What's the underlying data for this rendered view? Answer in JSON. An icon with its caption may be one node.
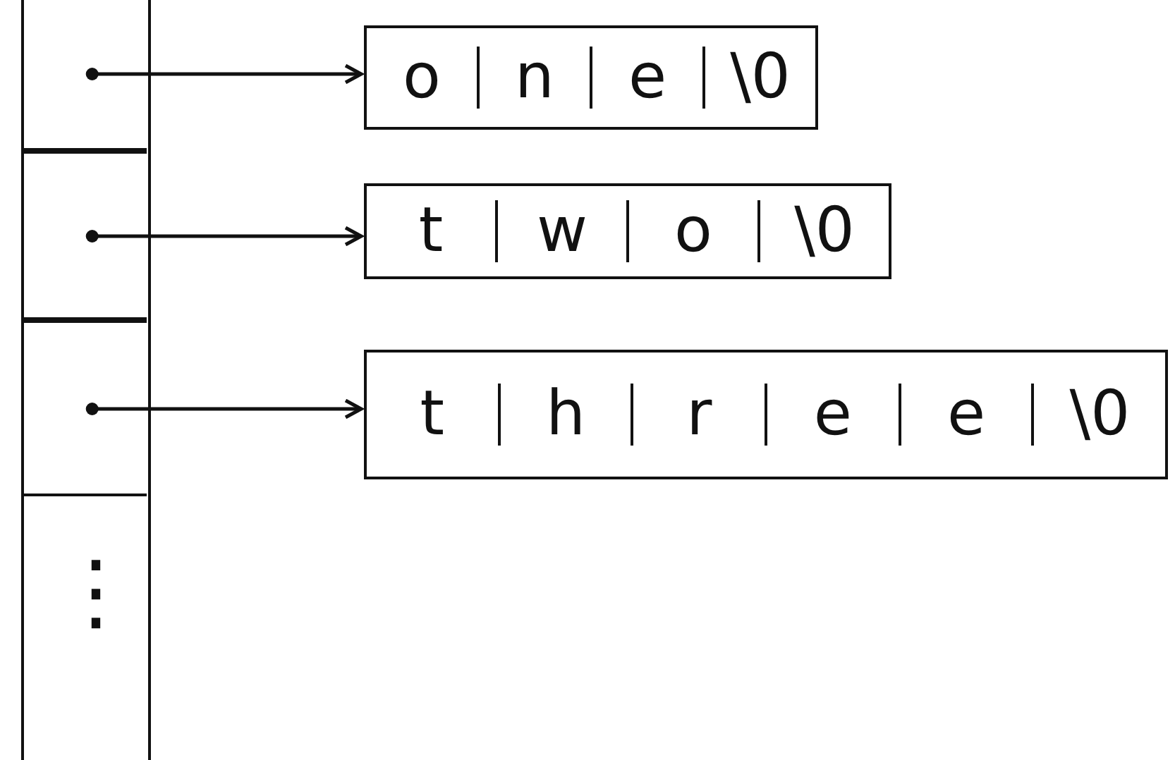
{
  "diagram": {
    "nodes": [
      {
        "text": [],
        "shape": "box"
      },
      {
        "text": [],
        "shape": "box",
        "in": 0
      },
      {
        "text": [],
        "shape": "box",
        "in": 0
      },
      {
        "text": [],
        "shape": "box",
        "in": 0
      },
      {
        "text": [
          "o",
          "n",
          "e",
          "\\0"
        ]
      },
      {
        "text": [
          "t",
          "w",
          "o",
          "\\0"
        ]
      },
      {
        "text": [
          "t",
          "h",
          "r",
          "e",
          "e",
          "\\0"
        ]
      }
    ],
    "edges": [
      {
        "from": 1,
        "to": 4,
        "arrow": "to"
      },
      {
        "from": 2,
        "to": 5,
        "arrow": "to"
      },
      {
        "from": 3,
        "to": 6,
        "arrow": "to"
      }
    ],
    "labels": [
      "⋮"
    ]
  }
}
